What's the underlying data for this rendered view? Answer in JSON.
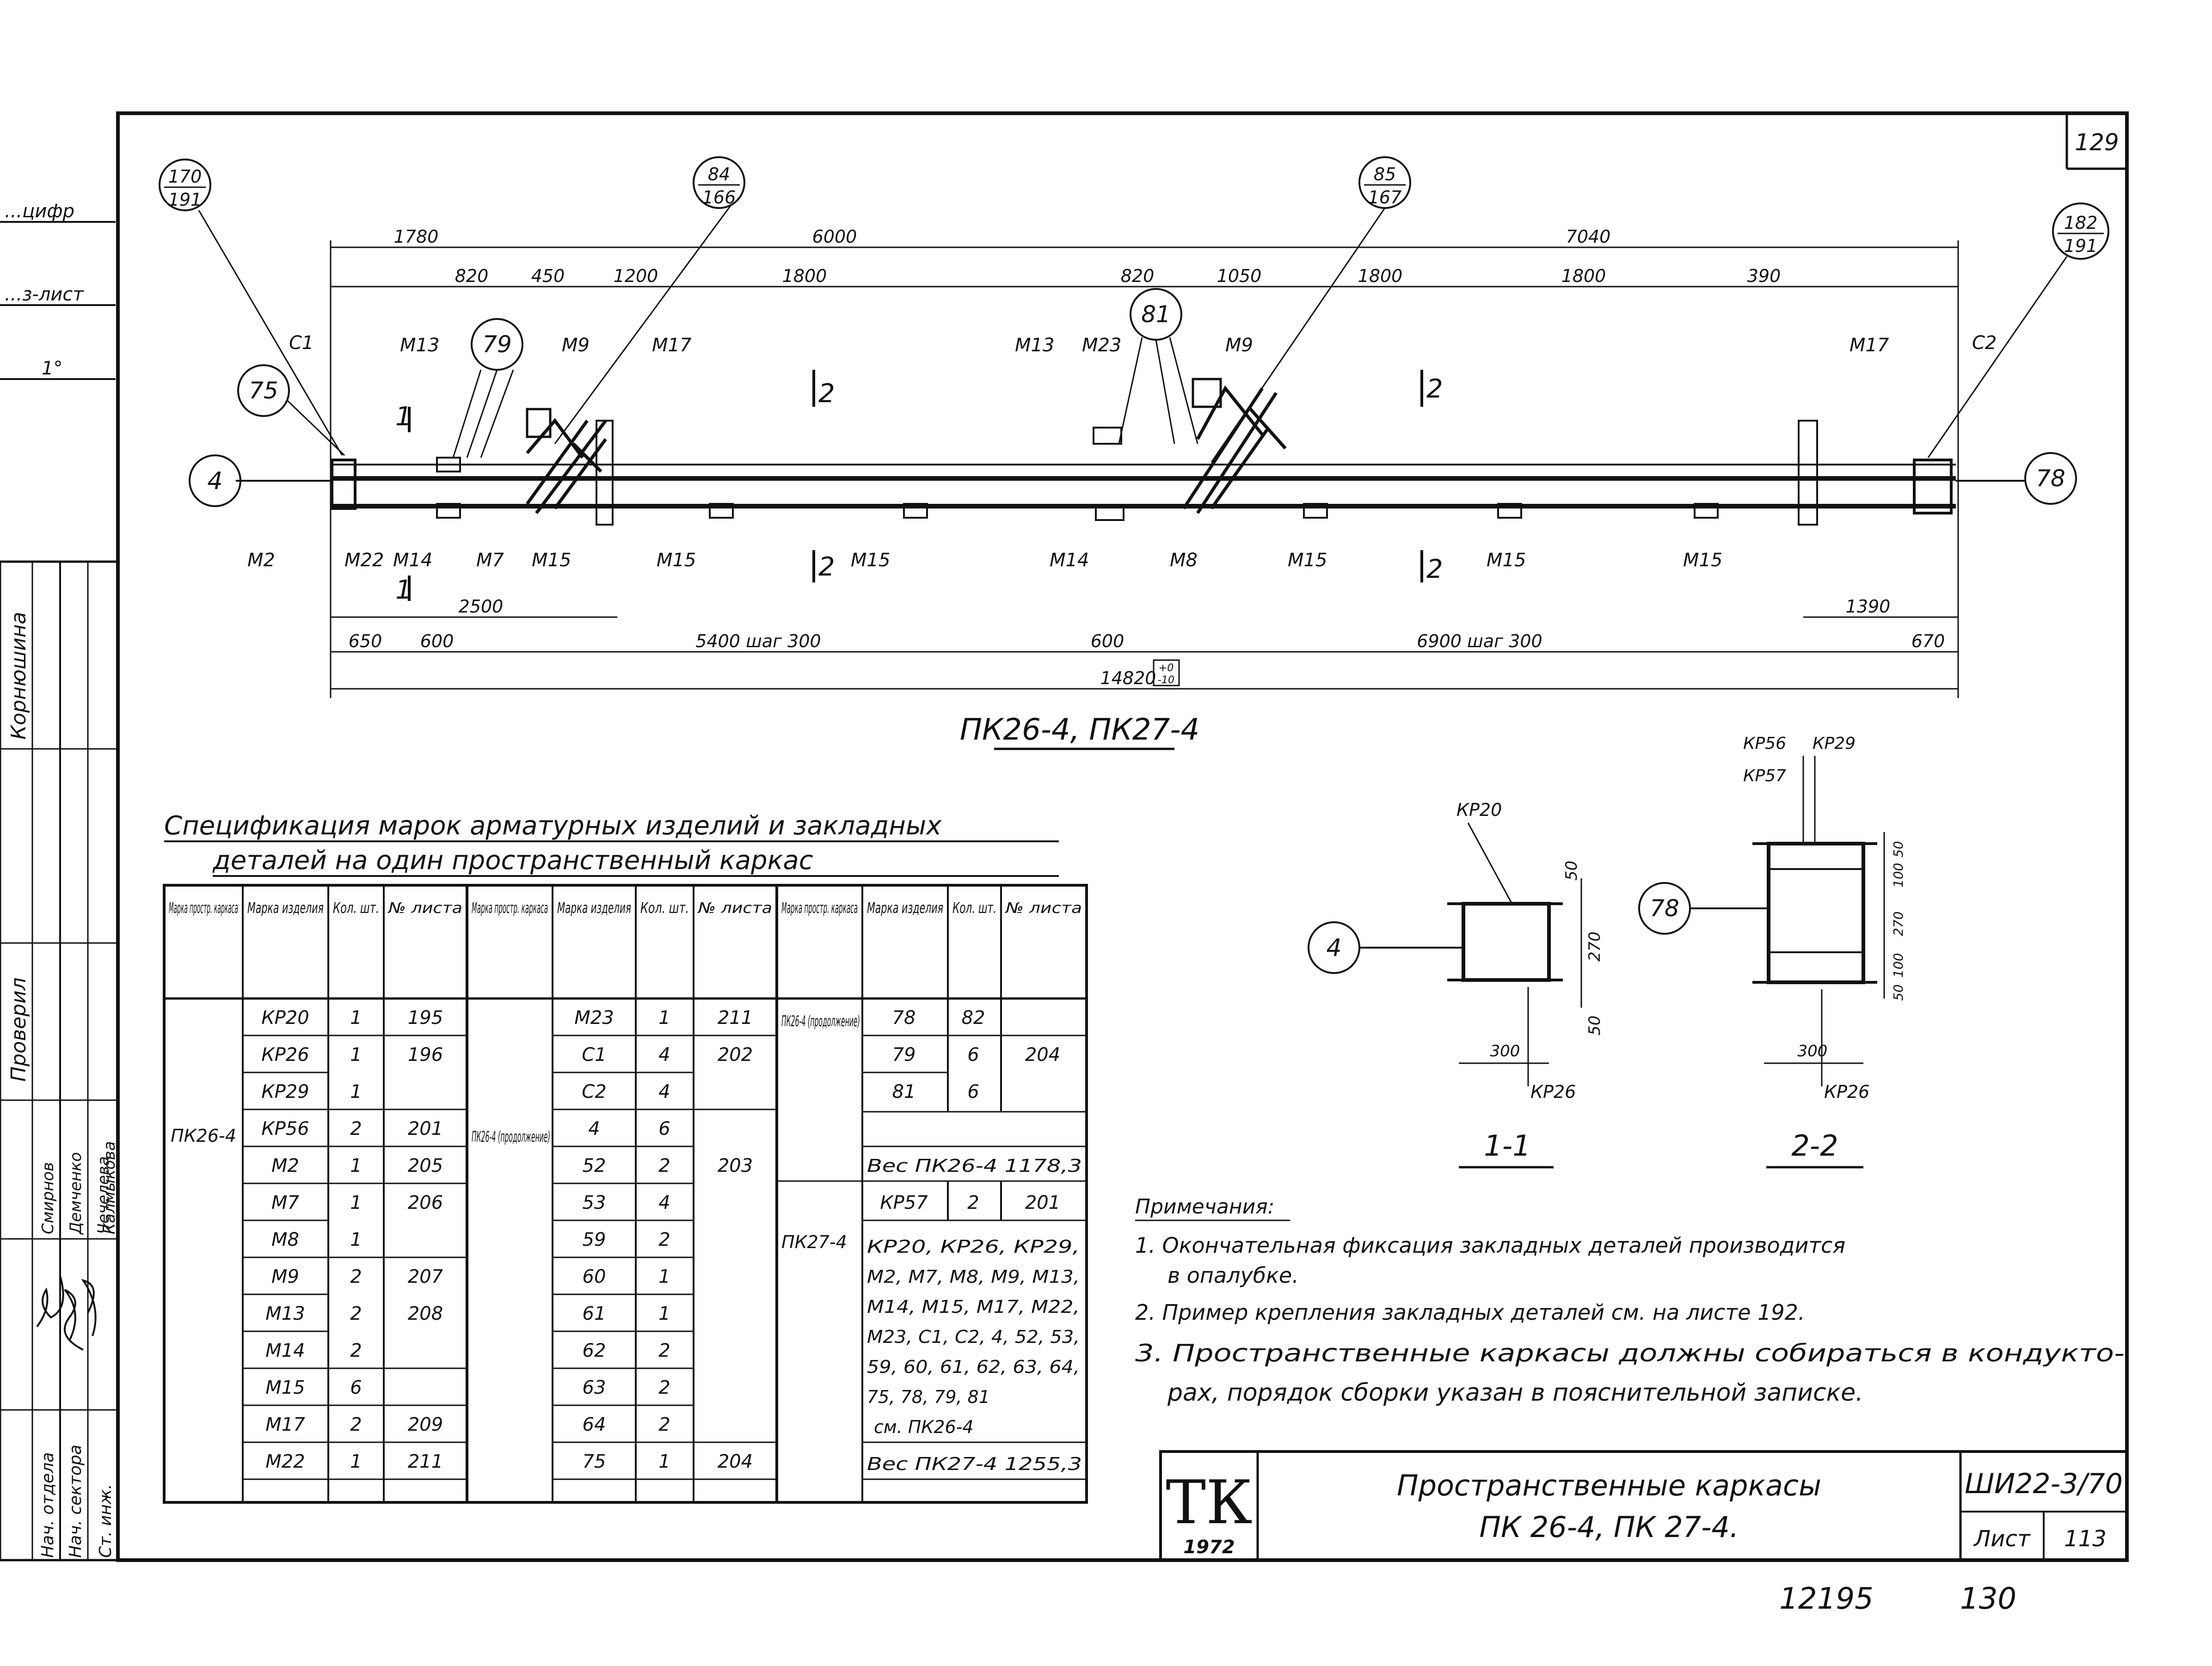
{
  "sheet": {
    "page_no": "129",
    "footer_left": "12195",
    "footer_right": "130",
    "left_margin": [
      "...цифр",
      "...з-лист",
      "1°"
    ]
  },
  "elevation": {
    "title": "ПК26-4, ПК27-4",
    "callouts": {
      "c170": [
        "170",
        "191"
      ],
      "c84": [
        "84",
        "166"
      ],
      "c85": [
        "85",
        "167"
      ],
      "c182": [
        "182",
        "191"
      ],
      "c75": "75",
      "c79": "79",
      "c81": "81",
      "c4": "4",
      "c78": "78"
    },
    "top_dims": [
      "1780",
      "6000",
      "7040",
      "820",
      "450",
      "1200",
      "1800",
      "820",
      "1050",
      "1800",
      "1800",
      "390"
    ],
    "bottom_dims": [
      "2500",
      "1390",
      "650",
      "600",
      "5400 шаг 300",
      "600",
      "6900 шаг 300",
      "670",
      "14820"
    ],
    "tolerance": [
      "+0",
      "-10"
    ],
    "top_labels": [
      "С1",
      "М13",
      "М9",
      "М17",
      "М13",
      "М23",
      "М9",
      "М17",
      "С2"
    ],
    "bottom_labels": [
      "М2",
      "М22",
      "М14",
      "М7",
      "М15",
      "М15",
      "М15",
      "М14",
      "М8",
      "М15",
      "М15",
      "М15"
    ],
    "section_marks": [
      "1",
      "1",
      "2",
      "2",
      "2",
      "2"
    ]
  },
  "sections": {
    "s11": {
      "title": "1-1",
      "top_label": "КР20",
      "bottom_label": "КР26",
      "dims": [
        "50",
        "270",
        "50",
        "300"
      ],
      "callout": "4"
    },
    "s22": {
      "title": "2-2",
      "top_labels": [
        "КР56",
        "КР29",
        "КР57"
      ],
      "bottom_label": "КР26",
      "dims": [
        "50",
        "100",
        "270",
        "100",
        "50",
        "300"
      ],
      "callout": "78"
    }
  },
  "spec": {
    "title_line1": "Спецификация марок арматурных изделий и закладных",
    "title_line2": "деталей на один пространственный каркас",
    "headers": [
      "Марка простр. каркаса",
      "Марка изделия",
      "Кол. шт.",
      "№ листа"
    ],
    "col1": {
      "frame": "ПК26-4",
      "rows": [
        [
          "КР20",
          "1",
          "195"
        ],
        [
          "КР26",
          "1",
          "196"
        ],
        [
          "КР29",
          "1",
          ""
        ],
        [
          "КР56",
          "2",
          "201"
        ],
        [
          "М2",
          "1",
          "205"
        ],
        [
          "М7",
          "1",
          "206"
        ],
        [
          "М8",
          "1",
          ""
        ],
        [
          "М9",
          "2",
          "207"
        ],
        [
          "М13",
          "2",
          "208"
        ],
        [
          "М14",
          "2",
          ""
        ],
        [
          "М15",
          "6",
          ""
        ],
        [
          "М17",
          "2",
          "209"
        ],
        [
          "М22",
          "1",
          "211"
        ]
      ]
    },
    "col2": {
      "frame": "ПК26-4 (продолжение)",
      "rows": [
        [
          "М23",
          "1",
          "211"
        ],
        [
          "С1",
          "4",
          "202"
        ],
        [
          "С2",
          "4",
          ""
        ],
        [
          "4",
          "6",
          ""
        ],
        [
          "52",
          "2",
          "203"
        ],
        [
          "53",
          "4",
          ""
        ],
        [
          "59",
          "2",
          ""
        ],
        [
          "60",
          "1",
          ""
        ],
        [
          "61",
          "1",
          ""
        ],
        [
          "62",
          "2",
          ""
        ],
        [
          "63",
          "2",
          ""
        ],
        [
          "64",
          "2",
          ""
        ],
        [
          "75",
          "1",
          "204"
        ]
      ]
    },
    "col3": {
      "frame_a": "ПК26-4 (продолжение)",
      "rows_a": [
        [
          "78",
          "82",
          "204"
        ],
        [
          "79",
          "6",
          ""
        ],
        [
          "81",
          "6",
          ""
        ]
      ],
      "weight_a": "Вес ПК26-4   1178,3",
      "frame_b": "ПК27-4",
      "kp57": [
        "КР57",
        "2",
        "201"
      ],
      "list_b": [
        "КР20, КР26, КР29,",
        "М2, М7, М8, М9, М13,",
        "М14, М15, М17, М22,",
        "М23, С1, С2, 4, 52, 53,",
        "59, 60, 61, 62, 63, 64,",
        "75, 78, 79, 81"
      ],
      "see": "см. ПК26-4",
      "weight_b": "Вес ПК27-4   1255,3"
    }
  },
  "notes": {
    "title": "Примечания:",
    "items": [
      "1. Окончательная фиксация закладных деталей производится",
      "в опалубке.",
      "2. Пример крепления закладных деталей см. на листе 192.",
      "3. Пространственные каркасы должны собираться в кондукто-",
      "рах, порядок сборки указан в пояснительной записке."
    ]
  },
  "stamp": {
    "left_rows": [
      "Нач. отдела",
      "Нач. сектора",
      "Ст. инж."
    ],
    "names": [
      "Смирнов",
      "Демченко",
      "Чечелева",
      "Калмыкова"
    ],
    "checked_label": "Проверил",
    "checked_name": "Корнюшина",
    "logo": "ТК",
    "year": "1972",
    "title_line1": "Пространственные каркасы",
    "title_line2": "ПК 26-4, ПК 27-4.",
    "doc_code": "ШИ22-3/70",
    "list_label": "Лист",
    "list_no": "113"
  }
}
